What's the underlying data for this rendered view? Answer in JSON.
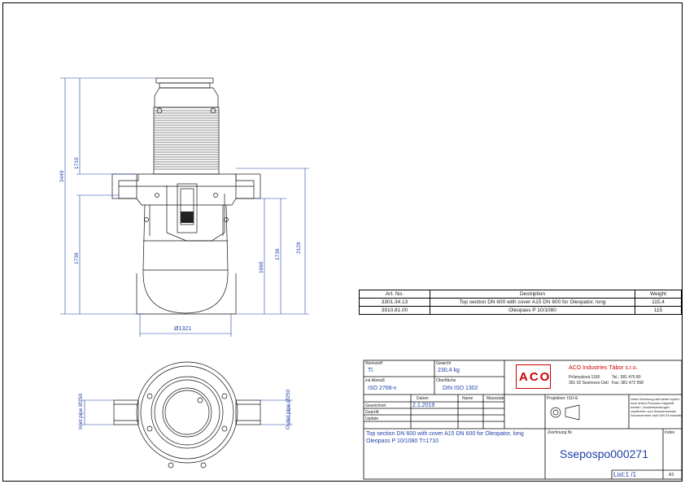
{
  "dimensions": {
    "overall_height": "3449",
    "upper_height": "1710",
    "lower_height": "1739",
    "inner_height": "1669",
    "mid_height": "1739",
    "side_height": "2129",
    "diameter": "Ø1321",
    "inlet_label": "Inlet pipe Ø250",
    "outlet_label": "Outlet pipe Ø250"
  },
  "parts_table": {
    "headers": [
      "Art. No.",
      "Destription",
      "Weight"
    ],
    "rows": [
      [
        "3301.34.13",
        "Top section DN 600 with cover A15 DN 600 for Oleopator, long",
        "115,4"
      ],
      [
        "3910.81.00",
        "Oleopass P 10/1080",
        "115"
      ]
    ]
  },
  "title_block": {
    "werkstoff_label": "Werkstoff",
    "werkstoff_value": "Tl.",
    "gewicht_label": "Gewicht",
    "gewicht_value": "230,4 kg",
    "abmass_label": "zul.Abmaß",
    "abmass_value": "ISO 2768-v",
    "oberflache_label": "Oberfläche",
    "oberflache_value": "DIN ISO 1302",
    "datum_label": "Datum",
    "name_label": "Name",
    "massstab_label": "Massstab",
    "gezeichnet_label": "Gezeichnet",
    "gezeichnet_date": "2.1.2019",
    "gepruft_label": "Geprüft",
    "update_label": "Update",
    "projektion_label": "Projektion: ISO-E",
    "company_name": "ACO Industries Tábor s.r.o.",
    "company_addr1": "Průmyslová 1150",
    "company_addr2": "391 02 Sezimovo Ústí",
    "company_tel": "Tel.: 381 476 80",
    "company_fax": "Fax: 381 472 558",
    "logo_text": "ACO",
    "notice_text": [
      "Diese Zeichnung darf weder kopiert",
      "noch dritten Personen mitgeteilt",
      "werden. Zuwiderhandlungen",
      "verpflichten zum Schadensersatz.",
      "Schutzvermerk nach DIN 34 beachten"
    ],
    "description_line1": "Top section DN 600 with cover A15 DN 600 for Oleopator, long",
    "description_line2": "Oleopass P 10/1080  T=1710",
    "drawing_no_label": "Zeichnung Nr.",
    "drawing_no": "Ssepospo000271",
    "index_label": "Index",
    "sheet": "List:1 /1",
    "format": "A3"
  }
}
